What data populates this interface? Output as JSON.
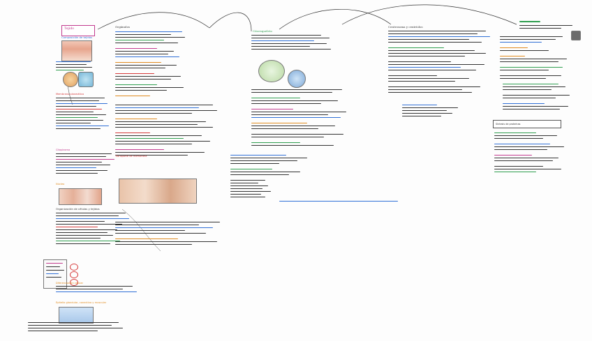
{
  "colors": {
    "ink": "#333333",
    "blue": "#2f6fd6",
    "red": "#d63a3a",
    "green": "#2e9e4e",
    "orange": "#e08a1e",
    "magenta": "#c23a8e",
    "teal": "#1c9aa0"
  },
  "sections": {
    "tissue_title": "Tejido",
    "tissue_subtitle": "Composición de tejidos",
    "membrane_title": "Membrana plasmática",
    "cytoplasm_title": "Citoplasma",
    "nucleus_title": "Núcleo",
    "organelles_title": "Orgánulos",
    "transport_title": "Transporte de membrana",
    "center_title": "Citoesqueleto",
    "right_title": "Centrosoma y centríolos",
    "far_title": "Síntesis de proteínas",
    "bottom_title": "Organización de células y tejidos",
    "bottom_sub": "Diferenciación celular",
    "legend": "Epitelio glandular, conectivo y muscular"
  },
  "icons": {
    "cell": "cell-diagram-icon",
    "avatar": "avatar-icon"
  }
}
